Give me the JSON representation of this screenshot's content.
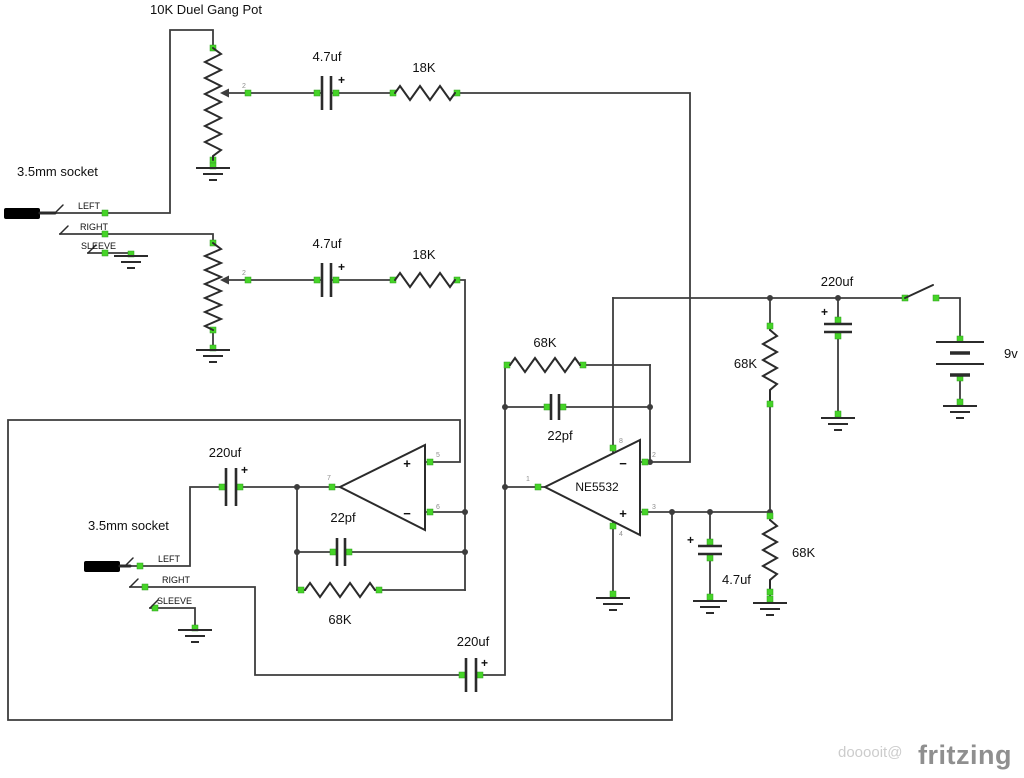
{
  "schematic": {
    "labels": {
      "pot": "10K Duel Gang Pot",
      "input_socket": "3.5mm socket",
      "output_socket": "3.5mm socket",
      "jack_left": "LEFT",
      "jack_right": "RIGHT",
      "jack_sleeve": "SLEEVE",
      "input_cap_top": "4.7uf",
      "input_cap_bottom": "4.7uf",
      "input_res_top": "18K",
      "input_res_bottom": "18K",
      "fb_res_top": "68K",
      "fb_cap_top": "22pf",
      "fb_res_left": "68K",
      "fb_cap_left": "22pf",
      "opamp": "NE5532",
      "power_cap": "220uf",
      "rail_res_top": "68K",
      "rail_res_bottom": "68K",
      "vg_cap": "4.7uf",
      "battery": "9v",
      "out_cap_left": "220uf",
      "out_cap_bottom": "220uf",
      "plus": "+",
      "minus": "−"
    },
    "pins": {
      "wiper": "2",
      "op1_plus": "5",
      "op1_minus": "6",
      "op1_out": "7",
      "op2_minus": "2",
      "op2_plus": "3",
      "op2_out": "1",
      "op2_vplus": "8",
      "op2_vminus": "4"
    }
  },
  "watermark": {
    "author": "dooooit@",
    "brand": "fritzing"
  }
}
